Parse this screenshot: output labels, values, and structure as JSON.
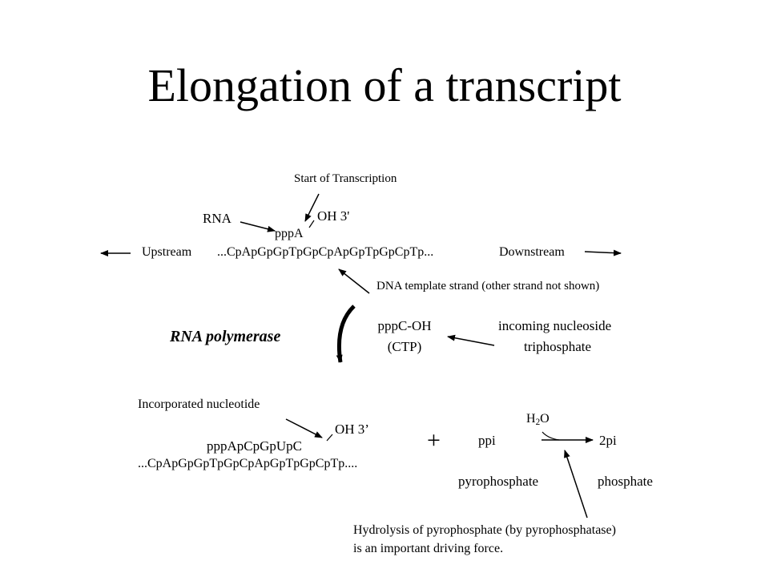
{
  "title": "Elongation of a transcript",
  "labels": {
    "start_of_transcription": "Start of Transcription",
    "rna": "RNA",
    "oh3_top": "OH  3'",
    "pppa": "pppA",
    "upstream": "Upstream",
    "dna_sequence_top": "...CpApGpGpTpGpCpApGpTpGpCpTp...",
    "downstream": "Downstream",
    "dna_template_strand": "DNA template strand (other strand not shown)",
    "rna_polymerase": "RNA polymerase",
    "pppc_oh": "pppC-OH",
    "ctp": "(CTP)",
    "incoming_line1": "incoming nucleoside",
    "incoming_line2": "triphosphate",
    "incorporated_nucleotide": "Incorporated nucleotide",
    "oh3_bottom": "OH 3’",
    "rna_product": "pppApCpGpUpC",
    "dna_sequence_bottom": "...CpApGpGpTpGpCpApGpTpGpCpTp....",
    "plus": "+",
    "h2o_h": "H",
    "h2o_sub": "2",
    "h2o_o": "O",
    "ppi": "ppi",
    "two_pi": "2pi",
    "pyrophosphate": "pyrophosphate",
    "phosphate": "phosphate",
    "hydrolysis_line1": "Hydrolysis of pyrophosphate (by pyrophosphatase)",
    "hydrolysis_line2": "is an important driving force."
  }
}
